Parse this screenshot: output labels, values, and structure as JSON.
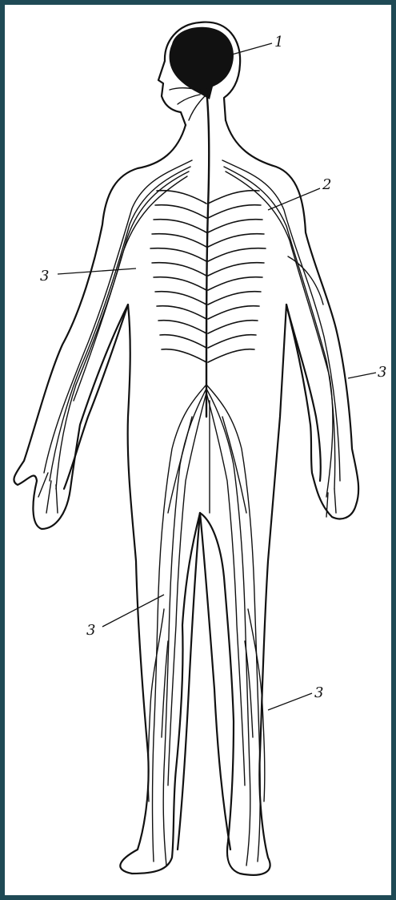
{
  "colors": {
    "border": "#1f4a55",
    "background": "#ffffff",
    "ink": "#111111"
  },
  "labels": {
    "brain": "1",
    "spinal_cord": "2",
    "nerve_left_arm": "3",
    "nerve_right_arm": "3",
    "nerve_left_leg": "3",
    "nerve_right_leg": "3"
  }
}
